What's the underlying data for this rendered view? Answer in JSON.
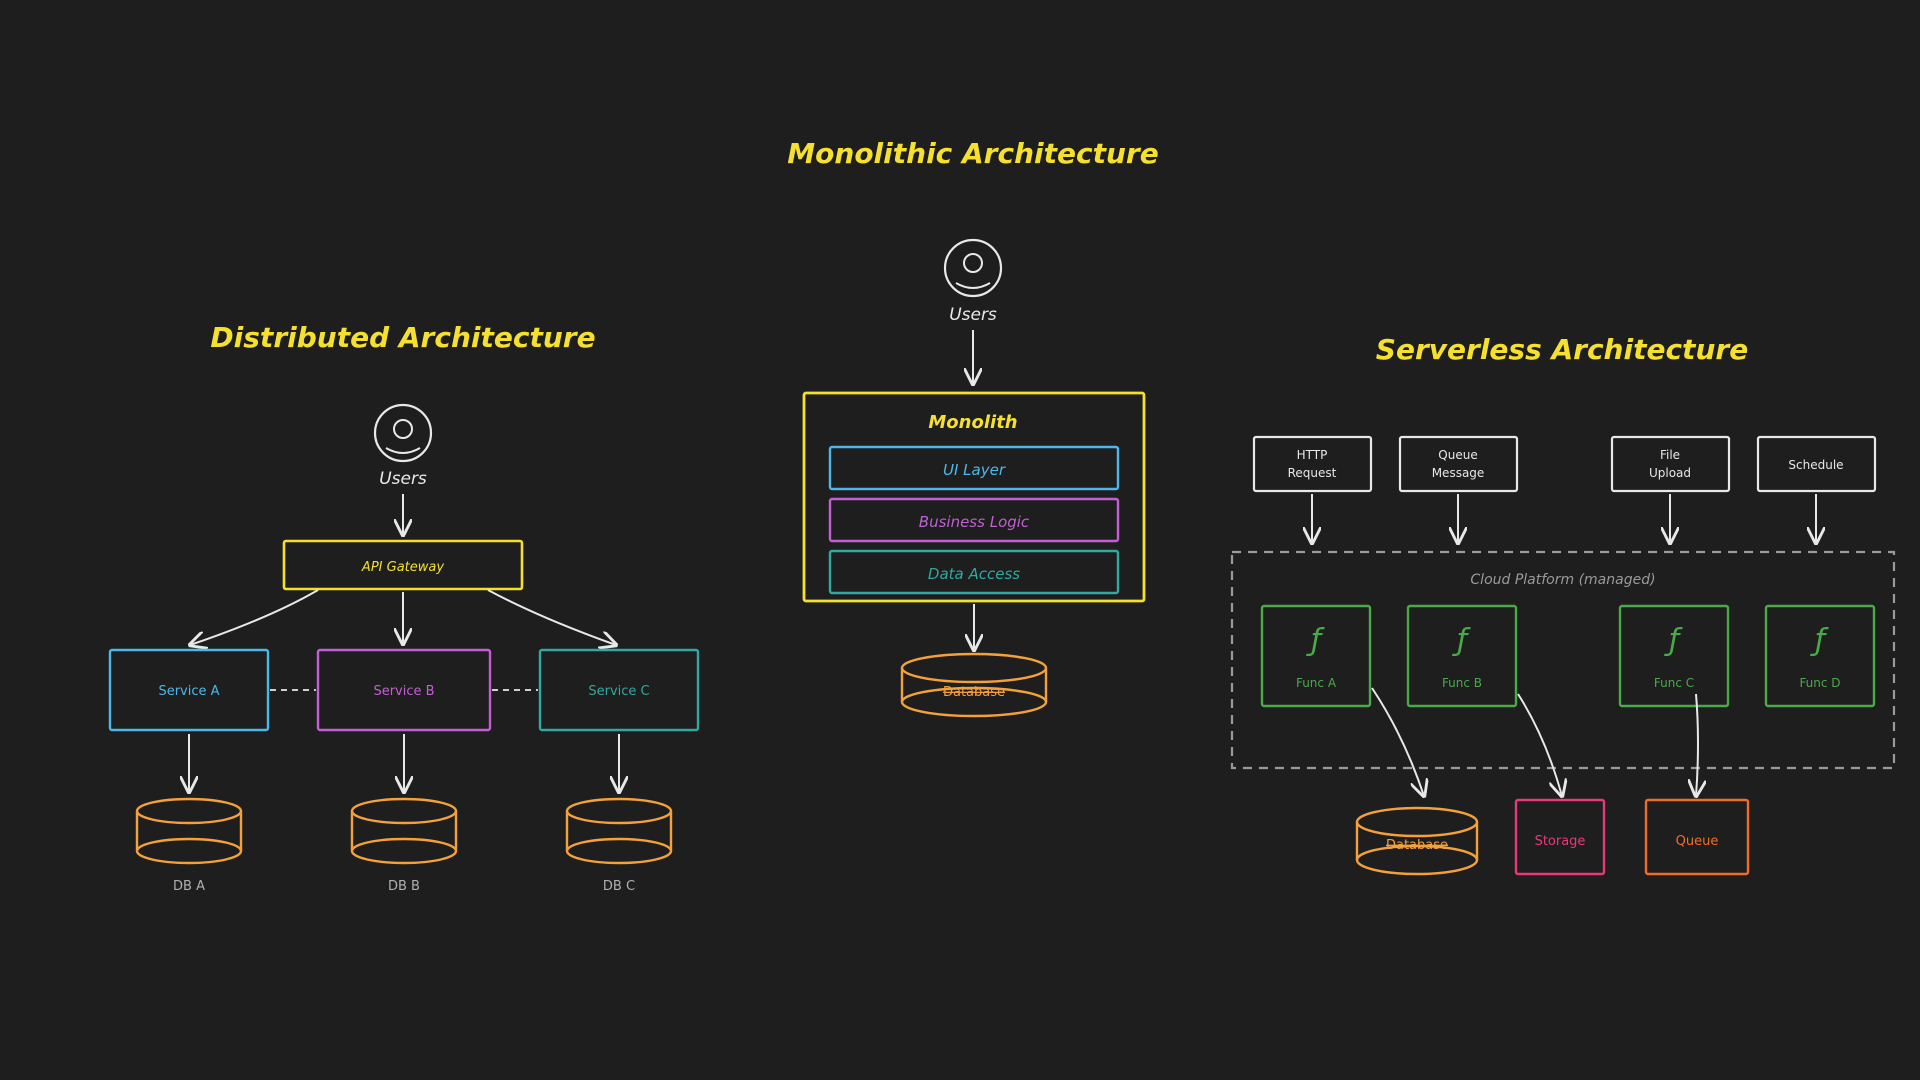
{
  "colors": {
    "background": "#1e1e1e",
    "yellow": "#f5e02e",
    "blue": "#4cb8ea",
    "purple": "#c25fd4",
    "teal": "#31a99f",
    "orange": "#f4a13c",
    "green": "#4aaa4a",
    "pink": "#e8397a",
    "orangeRed": "#ef6c2c",
    "white": "#e8e8e8",
    "gray": "#9a9a9a"
  },
  "distributed": {
    "title": "Distributed Architecture",
    "users_label": "Users",
    "gateway_label": "API Gateway",
    "services": [
      "Service A",
      "Service B",
      "Service C"
    ],
    "databases": [
      "DB A",
      "DB B",
      "DB C"
    ]
  },
  "monolithic": {
    "title": "Monolithic Architecture",
    "users_label": "Users",
    "container_label": "Monolith",
    "layers": [
      "UI Layer",
      "Business Logic",
      "Data Access"
    ],
    "database_label": "Database"
  },
  "serverless": {
    "title": "Serverless Architecture",
    "triggers": [
      [
        "HTTP",
        "Request"
      ],
      [
        "Queue",
        "Message"
      ],
      [
        "File",
        "Upload"
      ],
      [
        "Schedule"
      ]
    ],
    "platform_label": "Cloud Platform (managed)",
    "function_symbol": "ƒ",
    "functions": [
      "Func A",
      "Func B",
      "Func C",
      "Func D"
    ],
    "database_label": "Database",
    "storage_label": "Storage",
    "queue_label": "Queue"
  }
}
